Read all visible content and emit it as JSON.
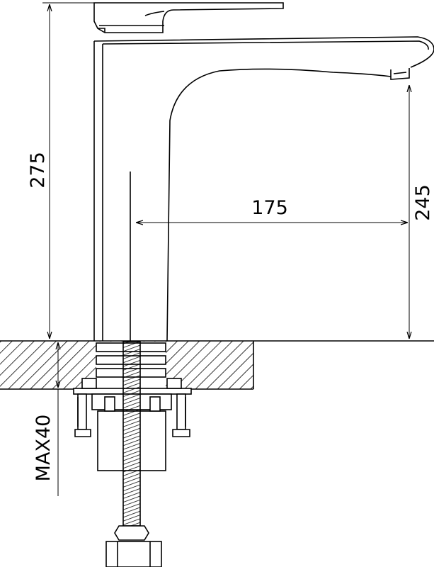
{
  "dimensions": {
    "total_height": "275",
    "spout_reach": "175",
    "spout_height": "245",
    "max_deck_thickness": "MAX40"
  },
  "colors": {
    "line": "#000000",
    "background": "#ffffff"
  }
}
